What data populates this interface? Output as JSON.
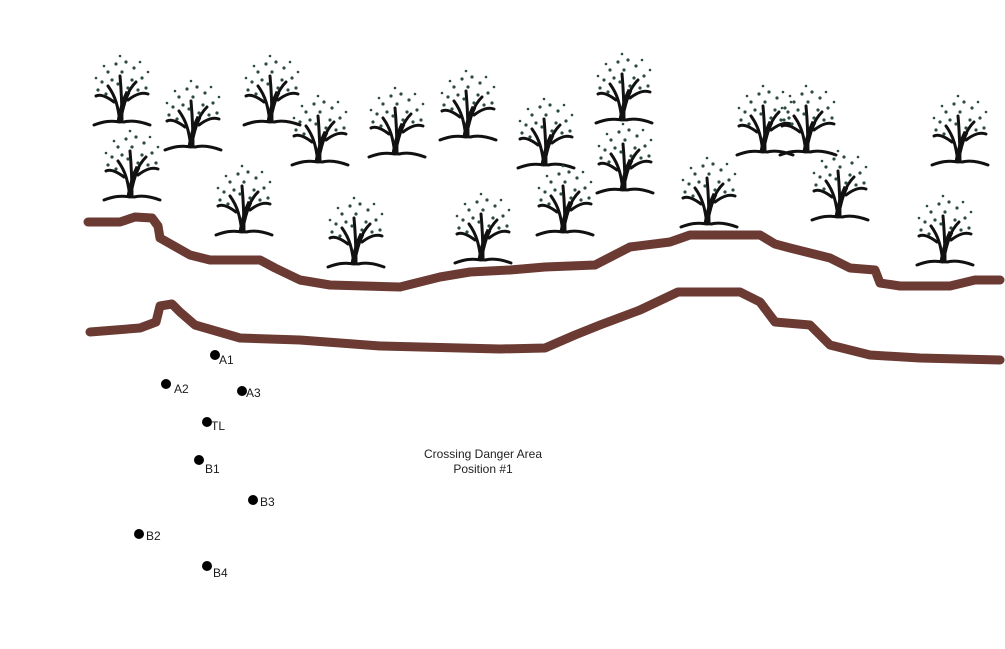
{
  "title": {
    "line1": "Crossing Danger Area",
    "line2": "Position #1"
  },
  "colors": {
    "road": "#6b3a33",
    "dot": "#000000",
    "tree": "#111111",
    "leaf": "#2d4a40"
  },
  "positions": [
    {
      "id": "A1",
      "label": "A1"
    },
    {
      "id": "A2",
      "label": "A2"
    },
    {
      "id": "A3",
      "label": "A3"
    },
    {
      "id": "TL",
      "label": "TL"
    },
    {
      "id": "B1",
      "label": "B1"
    },
    {
      "id": "B3",
      "label": "B3"
    },
    {
      "id": "B2",
      "label": "B2"
    },
    {
      "id": "B4",
      "label": "B4"
    }
  ],
  "tree_icon": "tree-icon"
}
